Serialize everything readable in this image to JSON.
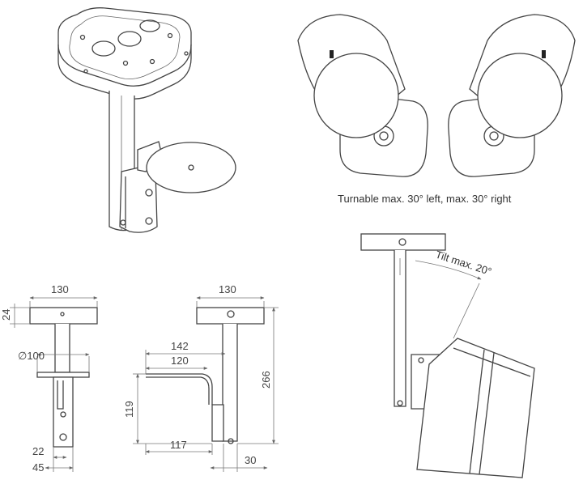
{
  "captions": {
    "turn": "Turnable max. 30° left, max. 30° right",
    "tilt": "Tilt max. 20°"
  },
  "front_view": {
    "width": "130",
    "height": "24",
    "diameter": "∅100",
    "d22": "22",
    "d45": "45"
  },
  "side_view": {
    "width": "130",
    "height": "266",
    "d142": "142",
    "d120": "120",
    "d119": "119",
    "d117": "117",
    "d30": "30"
  }
}
